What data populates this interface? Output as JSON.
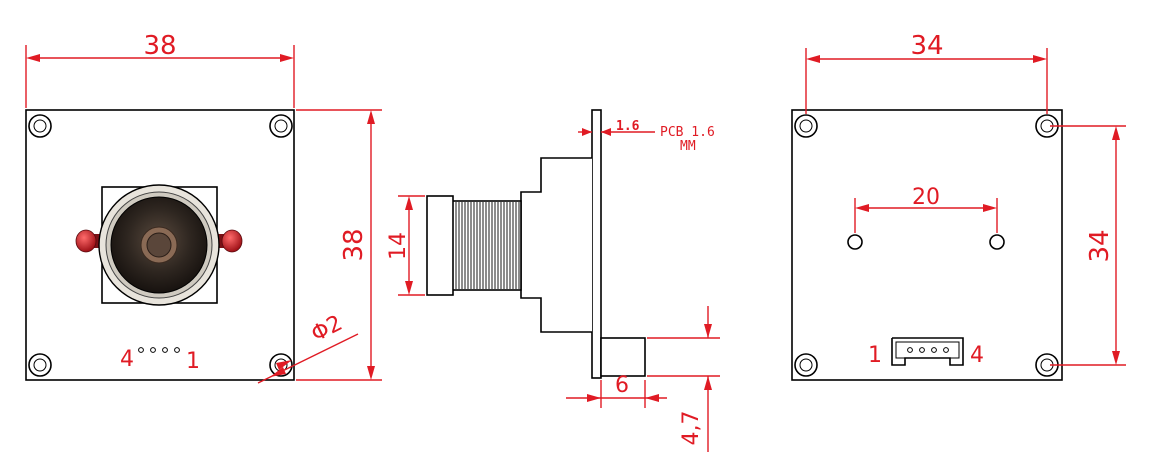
{
  "colors": {
    "dimension": "#e01b24",
    "outline": "#000000",
    "lens": "#2b2420",
    "led": "#c0181e"
  },
  "front_view": {
    "width_label": "38",
    "height_label": "38",
    "hole_diameter_label": "Φ2",
    "pin_left_label": "4",
    "pin_right_label": "1"
  },
  "side_view": {
    "pcb_thickness_label": "1.6",
    "pcb_note_line1": "PCB 1.6",
    "pcb_note_line2": "MM",
    "lens_diameter_label": "14",
    "connector_width_label": "6",
    "connector_height_label": "4,7"
  },
  "back_view": {
    "width_label": "34",
    "height_label": "34",
    "inner_spacing_label": "20",
    "pin_left_label": "1",
    "pin_right_label": "4"
  }
}
